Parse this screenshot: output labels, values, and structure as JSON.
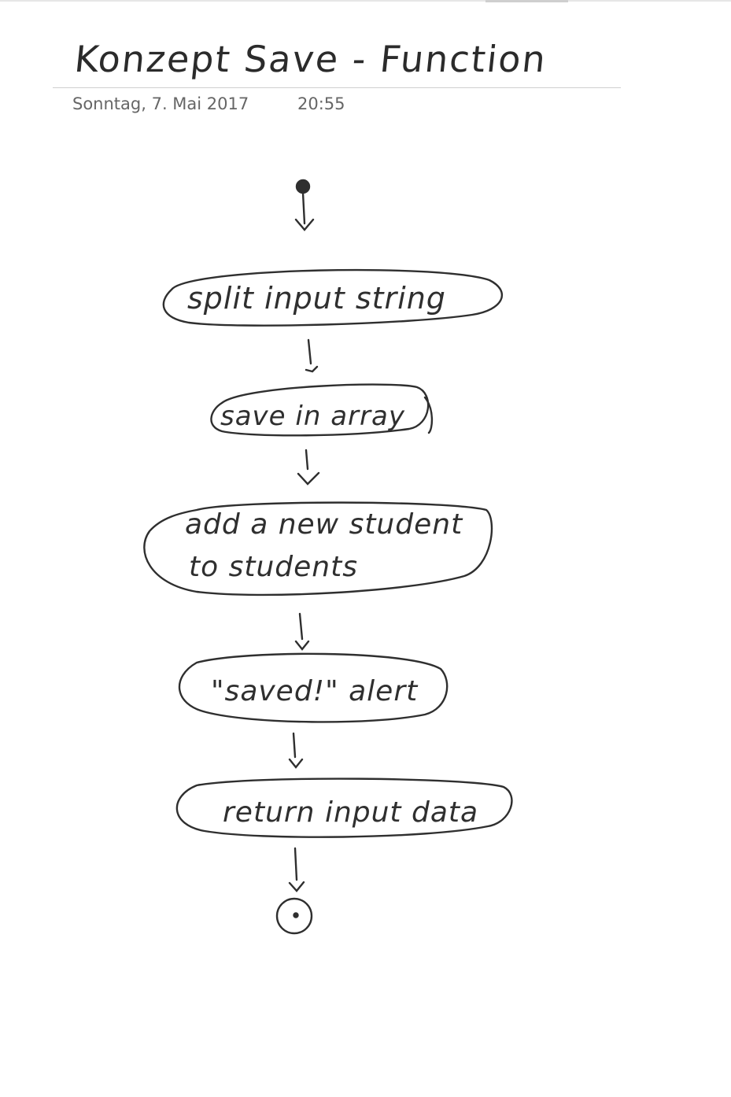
{
  "page": {
    "title": "Konzept   Save - Function",
    "date": "Sonntag, 7. Mai 2017",
    "time": "20:55"
  },
  "diagram": {
    "type": "activity-flow",
    "nodes": [
      {
        "id": "start",
        "kind": "start"
      },
      {
        "id": "split",
        "kind": "action",
        "lines": [
          "split input string"
        ]
      },
      {
        "id": "save",
        "kind": "action",
        "lines": [
          "save in array"
        ]
      },
      {
        "id": "add",
        "kind": "action",
        "lines": [
          "add a new student",
          "to students"
        ]
      },
      {
        "id": "alert",
        "kind": "action",
        "lines": [
          "\"saved!\" alert"
        ]
      },
      {
        "id": "return",
        "kind": "action",
        "lines": [
          "return input data"
        ]
      },
      {
        "id": "end",
        "kind": "end"
      }
    ],
    "edges": [
      {
        "from": "start",
        "to": "split"
      },
      {
        "from": "split",
        "to": "save"
      },
      {
        "from": "save",
        "to": "add"
      },
      {
        "from": "add",
        "to": "alert"
      },
      {
        "from": "alert",
        "to": "return"
      },
      {
        "from": "return",
        "to": "end"
      }
    ],
    "stroke_color": "#2f2f2f"
  }
}
